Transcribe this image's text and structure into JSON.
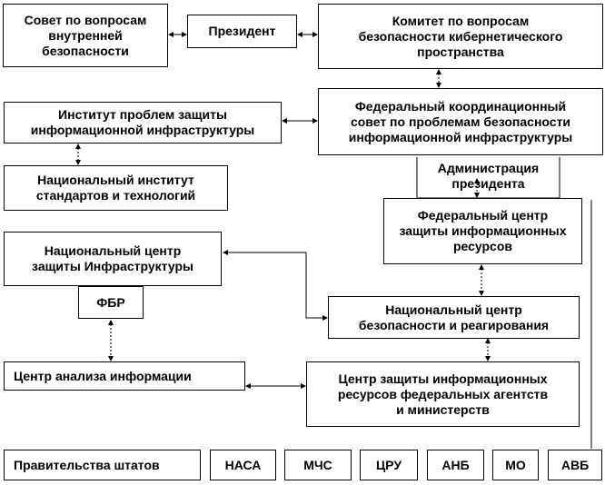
{
  "boxes": {
    "council_internal_security": "Совет по вопросам\nвнутренней\nбезопасности",
    "president": "Президент",
    "cyber_committee": "Комитет по вопросам\nбезопасности кибернетического\nпространства",
    "infra_protection_institute": "Институт проблем защиты\nинформационной инфраструктуры",
    "federal_coord_council": "Федеральный координационный\nсовет по проблемам безопасности\nинформационной инфраструктуры",
    "nist": "Национальный институт\nстандартов и технологий",
    "presidential_administration": "Администрация\nпрезидента",
    "fed_info_center": "Федеральный центр\nзащиты информационных\nресурсов",
    "nipc": "Национальный центр\nзащиты Инфраструктуры",
    "fbi": "ФБР",
    "national_response_center": "Национальный центр\nбезопасности и реагирования",
    "info_analysis_center": "Центр анализа информации",
    "agencies_info_center": "Центр защиты информационных\nресурсов федеральных агентств\nи министерств",
    "state_governments": "Правительства штатов",
    "nasa": "НАСА",
    "mchs": "МЧС",
    "cia": "ЦРУ",
    "nsa": "АНБ",
    "mo": "МО",
    "avb": "АВБ"
  }
}
